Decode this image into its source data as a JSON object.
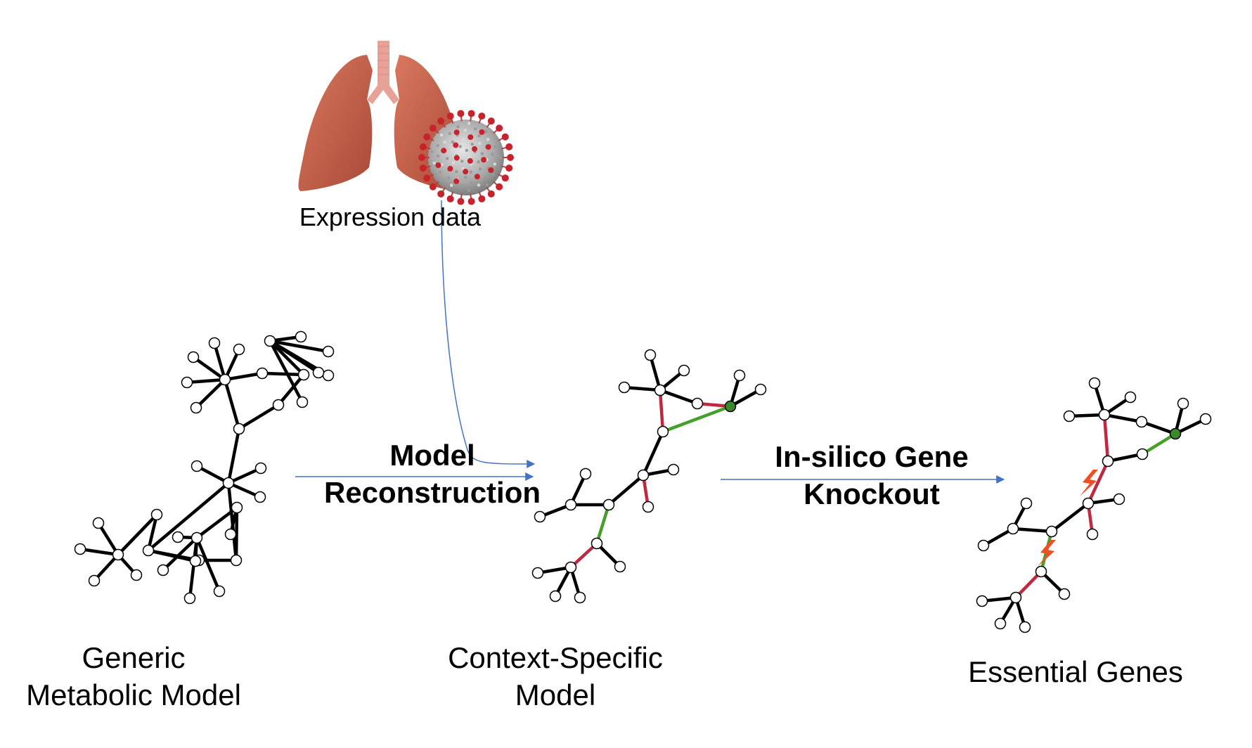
{
  "labels": {
    "expression": "Expression data",
    "step1": [
      "Model",
      "Reconstruction"
    ],
    "step2": [
      "In-silico Gene",
      "Knockout"
    ],
    "generic": [
      "Generic",
      "Metabolic Model"
    ],
    "context": [
      "Context-Specific",
      "Model"
    ],
    "essential": "Essential Genes"
  },
  "icons": {
    "lungs": "lungs-icon",
    "virus": "coronavirus-icon",
    "knockout": "lightning-bolt-icon"
  },
  "colors": {
    "edge": "#000000",
    "node_fill": "#ffffff",
    "active_edge": "#45a02b",
    "inactive_edge": "#c0283f",
    "active_node": "#3b8a2a",
    "arrow": "#4472c4",
    "lung": "#c4604a",
    "trachea": "#e8a197",
    "virus_body": "#bfbfbf",
    "virus_spike": "#c7232c",
    "knockout": "#f04f23"
  }
}
